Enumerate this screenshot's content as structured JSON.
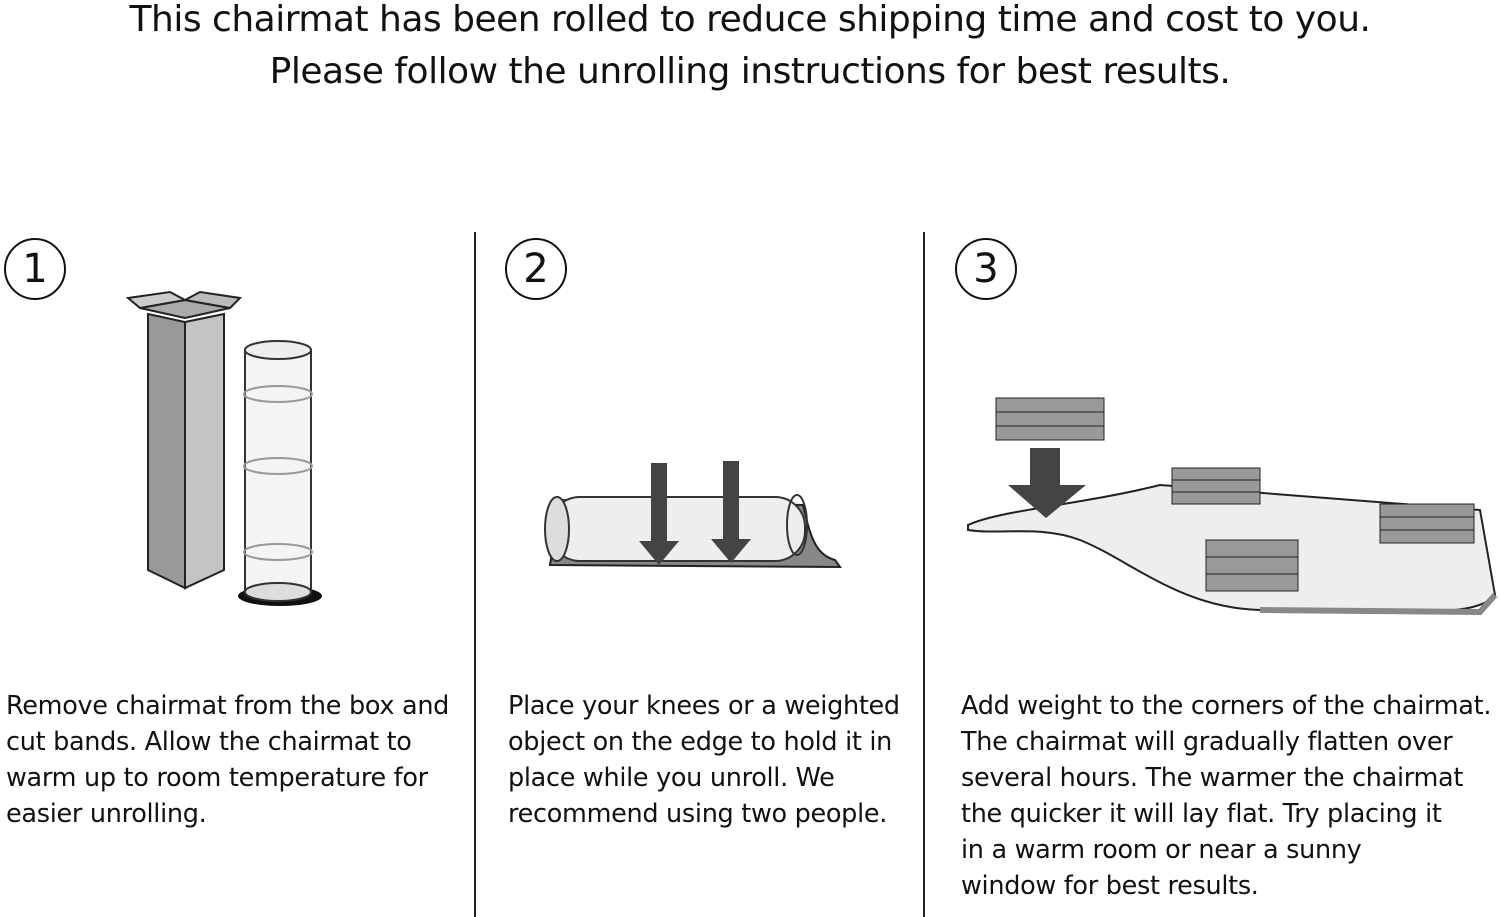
{
  "header": {
    "line1": "This chairmat has been rolled to reduce shipping time and cost to you.",
    "line2": "Please follow the unrolling instructions for best results."
  },
  "steps": [
    {
      "number": "1",
      "lines": [
        "Remove chairmat from the box and",
        "cut bands. Allow the chairmat to",
        "warm up to  room temperature for",
        "easier unrolling."
      ]
    },
    {
      "number": "2",
      "lines": [
        "Place your knees or a weighted",
        "object on the edge to hold it in",
        "place while you unroll. We",
        "recommend using two people."
      ]
    },
    {
      "number": "3",
      "lines": [
        "Add weight to the corners of the chairmat.",
        "The chairmat will gradually flatten over",
        "several hours. The warmer the chairmat",
        "the quicker it will lay flat. Try placing it",
        "in a warm room or near a sunny",
        "window for best results."
      ]
    }
  ]
}
